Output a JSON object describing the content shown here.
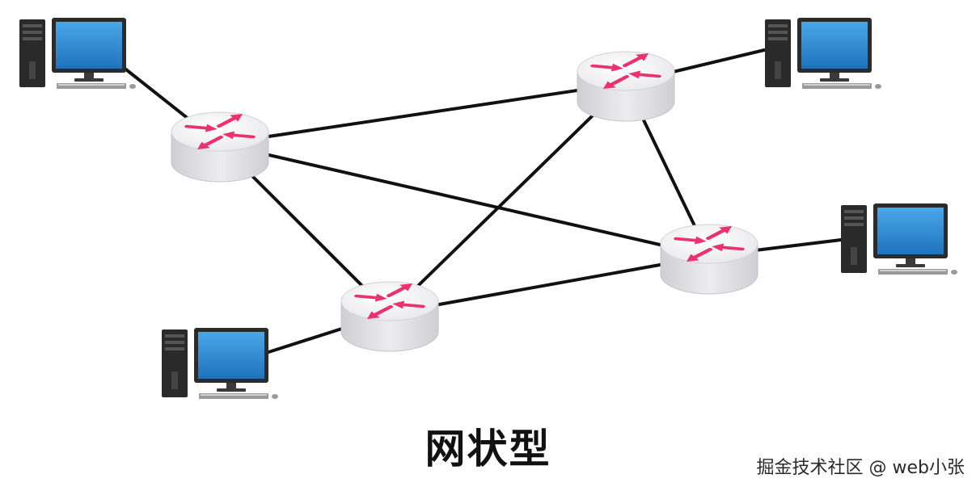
{
  "diagram": {
    "caption": "网状型",
    "colors": {
      "link": "#111111",
      "router_top": "#f4f4f6",
      "router_side": "#dcdcdf",
      "arrow": "#e8336e",
      "monitor_screen": "#2d8fd6",
      "monitor_frame": "#2b2b2b",
      "tower": "#2a2a2a"
    },
    "routers": [
      {
        "id": "router-1",
        "icon": "router-icon"
      },
      {
        "id": "router-2",
        "icon": "router-icon"
      },
      {
        "id": "router-3",
        "icon": "router-icon"
      },
      {
        "id": "router-4",
        "icon": "router-icon"
      }
    ],
    "computers": [
      {
        "id": "computer-1",
        "icon": "desktop-computer-icon",
        "connects_to": "router-1"
      },
      {
        "id": "computer-2",
        "icon": "desktop-computer-icon",
        "connects_to": "router-2"
      },
      {
        "id": "computer-3",
        "icon": "desktop-computer-icon",
        "connects_to": "router-4"
      },
      {
        "id": "computer-4",
        "icon": "desktop-computer-icon",
        "connects_to": "router-3"
      }
    ],
    "links": [
      [
        "router-1",
        "router-2"
      ],
      [
        "router-1",
        "router-4"
      ],
      [
        "router-1",
        "router-3"
      ],
      [
        "router-2",
        "router-3"
      ],
      [
        "router-2",
        "router-4"
      ],
      [
        "router-3",
        "router-4"
      ]
    ]
  },
  "watermark": "掘金技术社区 @ web小张"
}
